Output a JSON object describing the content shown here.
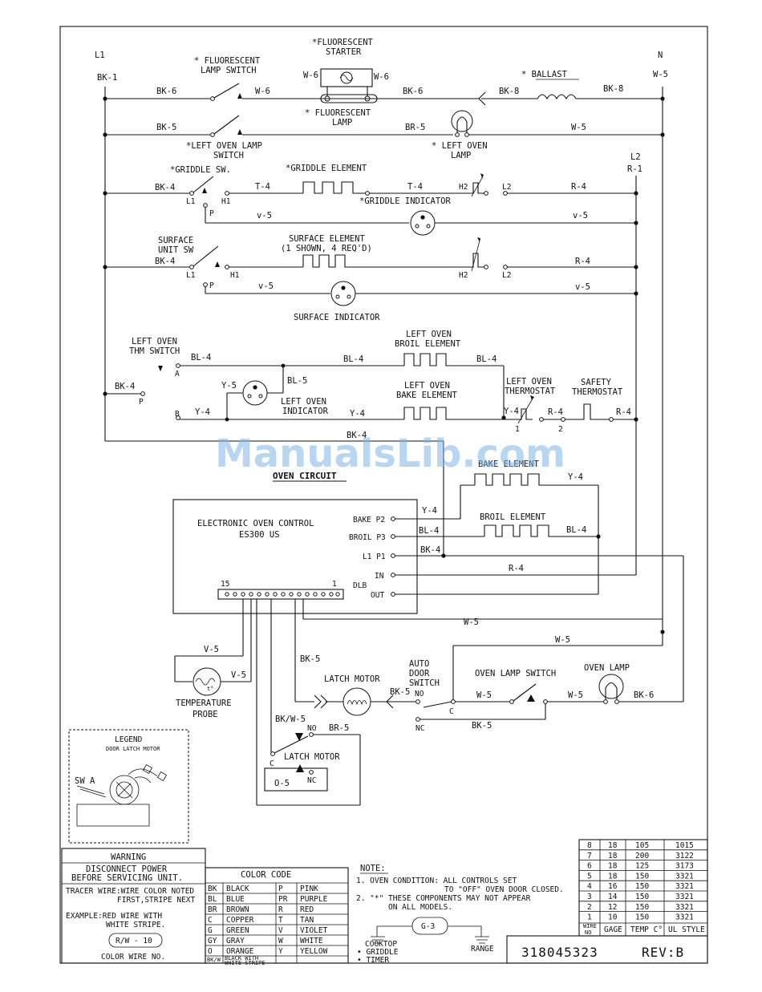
{
  "title": "OVEN CIRCUIT",
  "watermark": "ManualsLib.com",
  "part_number": "318045323",
  "revision": "REV:B",
  "terminals": {
    "l1": "L1",
    "n": "N",
    "l2": "L2",
    "bk1": "BK-1",
    "w5": "W-5",
    "r1": "R-1"
  },
  "components": {
    "fl_starter_1": "*FLUORESCENT",
    "fl_starter_2": "STARTER",
    "fl_switch_1": "* FLUORESCENT",
    "fl_switch_2": "LAMP SWITCH",
    "ballast": "* BALLAST",
    "fl_lamp_1": "* FLUORESCENT",
    "fl_lamp_2": "LAMP",
    "lo_lamp_sw_1": "*LEFT OVEN LAMP",
    "lo_lamp_sw_2": "SWITCH",
    "lo_lamp_1": "* LEFT OVEN",
    "lo_lamp_2": "LAMP",
    "griddle_sw": "*GRIDDLE SW.",
    "griddle_el": "*GRIDDLE ELEMENT",
    "griddle_ind": "*GRIDDLE INDICATOR",
    "surf_sw_1": "SURFACE",
    "surf_sw_2": "UNIT SW",
    "surf_el_1": "SURFACE ELEMENT",
    "surf_el_2": "(1 SHOWN, 4 REQ'D)",
    "surf_ind": "SURFACE INDICATOR",
    "thm_sw_1": "LEFT OVEN",
    "thm_sw_2": "THM SWITCH",
    "broil_el_1": "LEFT OVEN",
    "broil_el_2": "BROIL ELEMENT",
    "bake_el_1": "LEFT OVEN",
    "bake_el_2": "BAKE ELEMENT",
    "lo_ind_1": "LEFT OVEN",
    "lo_ind_2": "INDICATOR",
    "lo_thermo_1": "LEFT OVEN",
    "lo_thermo_2": "THERMOSTAT",
    "safety_1": "SAFETY",
    "safety_2": "THERMOSTAT",
    "eoc_1": "ELECTRONIC OVEN CONTROL",
    "eoc_2": "ES300 US",
    "bake_element": "BAKE ELEMENT",
    "broil_element": "BROIL ELEMENT",
    "temp_probe_1": "TEMPERATURE",
    "temp_probe_2": "PROBE",
    "latch_motor": "LATCH MOTOR",
    "auto_door_1": "AUTO",
    "auto_door_2": "DOOR",
    "auto_door_3": "SWITCH",
    "oven_lamp_sw": "OVEN LAMP SWITCH",
    "oven_lamp": "OVEN LAMP"
  },
  "pins": {
    "bake": "BAKE P2",
    "broil": "BROIL P3",
    "l1p1": "L1 P1",
    "in": "IN",
    "dlb": "DLB",
    "out": "OUT",
    "p15": "15",
    "p1": "1"
  },
  "wires": {
    "bk6": "BK-6",
    "w6": "W-6",
    "bk8": "BK-8",
    "bk5": "BK-5",
    "br5": "BR-5",
    "w5": "W-5",
    "bk4": "BK-4",
    "t4": "T-4",
    "r4": "R-4",
    "v5": "V-5",
    "v5l": "v-5",
    "bl4": "BL-4",
    "bl5": "BL-5",
    "y5": "Y-5",
    "y4": "Y-4",
    "o5": "O-5",
    "bkw5": "BK/W-5"
  },
  "contacts": {
    "l1": "L1",
    "h1": "H1",
    "h2": "H2",
    "l2": "L2",
    "p": "P",
    "a": "A",
    "b": "B",
    "c": "C",
    "no": "NO",
    "nc": "NC",
    "n1": "1",
    "n2": "2"
  },
  "legend": {
    "title": "LEGEND",
    "subtitle": "DOOR LATCH MOTOR",
    "sw_a": "SW A"
  },
  "warning": {
    "title": "WARNING",
    "line1": "DISCONNECT POWER",
    "line2": "BEFORE SERVICING UNIT.",
    "tracer_1": "TRACER WIRE:WIRE COLOR NOTED",
    "tracer_2": "FIRST,STRIPE NEXT",
    "example_1": "EXAMPLE:RED WIRE WITH",
    "example_2": "WHITE STRIPE.",
    "rw": "R/W - 10",
    "color_wire": "COLOR WIRE NO."
  },
  "color_code": {
    "title": "COLOR CODE",
    "rows": [
      [
        "BK",
        "BLACK",
        "P",
        "PINK"
      ],
      [
        "BL",
        "BLUE",
        "PR",
        "PURPLE"
      ],
      [
        "BR",
        "BROWN",
        "R",
        "RED"
      ],
      [
        "C",
        "COPPER",
        "T",
        "TAN"
      ],
      [
        "G",
        "GREEN",
        "V",
        "VIOLET"
      ],
      [
        "GY",
        "GRAY",
        "W",
        "WHITE"
      ],
      [
        "O",
        "ORANGE",
        "Y",
        "YELLOW"
      ]
    ],
    "last_code": "BK/W",
    "last_name_1": "BLACK WITH",
    "last_name_2": "WHITE STRIPE"
  },
  "notes": {
    "title": "NOTE:",
    "n1a": "1. OVEN CONDITION: ALL CONTROLS SET",
    "n1b": "TO \"OFF\"  OVEN DOOR CLOSED.",
    "n2a": "2. \"*\" THESE COMPONENTS MAY NOT APPEAR",
    "n2b": "ON ALL MODELS.",
    "g3": "G-3",
    "cooktop": "COOKTOP",
    "griddle": "• GRIDDLE",
    "timer": "• TIMER",
    "range": "RANGE"
  },
  "wire_table": {
    "headers": [
      "WIRE NO",
      "GAGE",
      "TEMP C°",
      "UL STYLE"
    ],
    "rows": [
      [
        "8",
        "18",
        "105",
        "1015"
      ],
      [
        "7",
        "18",
        "200",
        "3122"
      ],
      [
        "6",
        "18",
        "125",
        "3173"
      ],
      [
        "5",
        "18",
        "150",
        "3321"
      ],
      [
        "4",
        "16",
        "150",
        "3321"
      ],
      [
        "3",
        "14",
        "150",
        "3321"
      ],
      [
        "2",
        "12",
        "150",
        "3321"
      ],
      [
        "1",
        "10",
        "150",
        "3321"
      ]
    ]
  }
}
